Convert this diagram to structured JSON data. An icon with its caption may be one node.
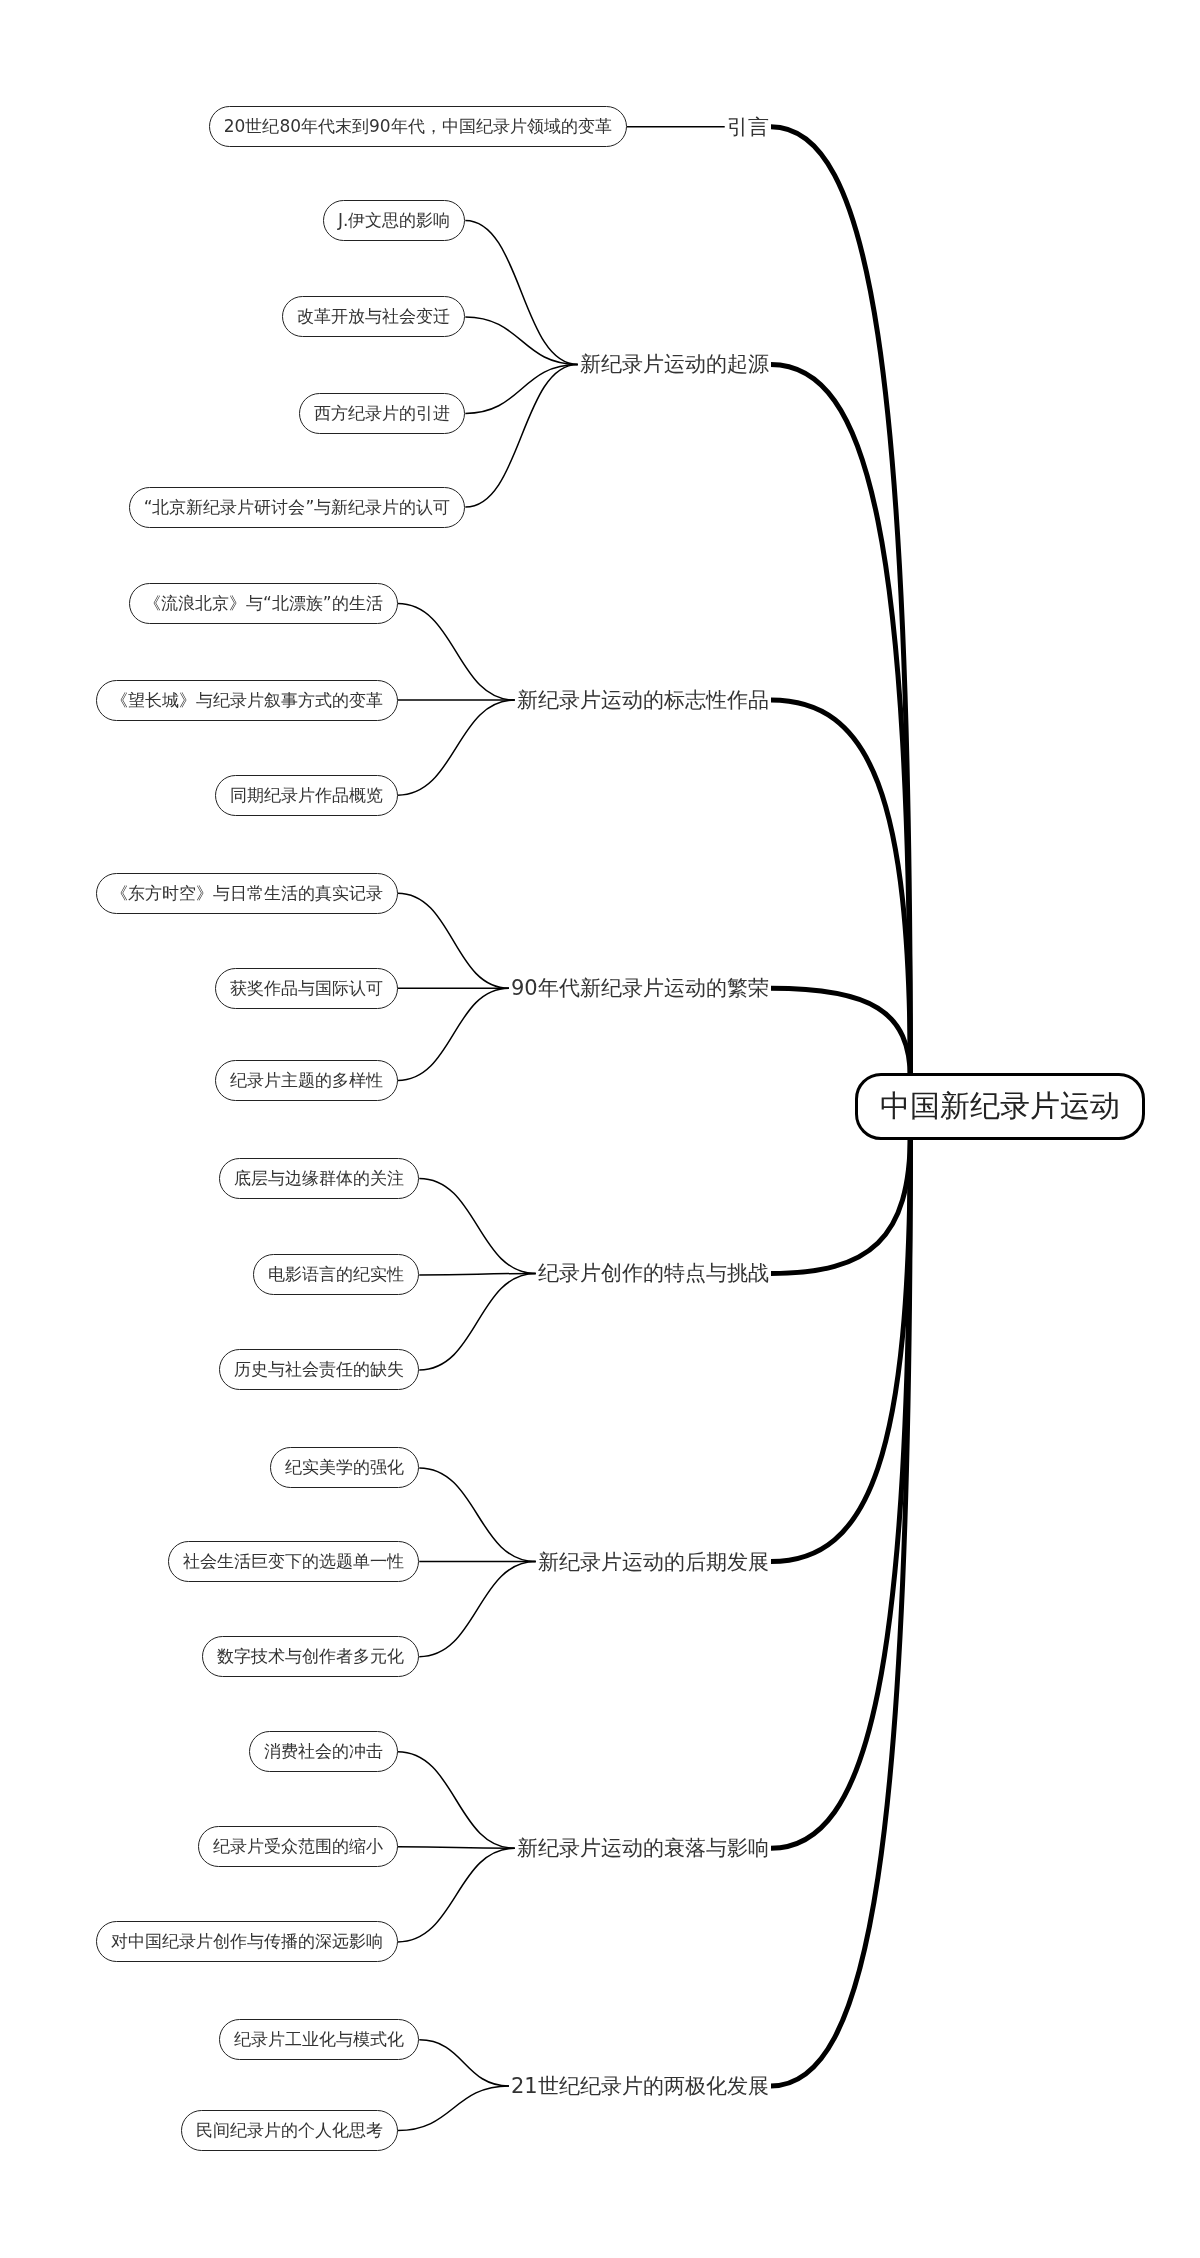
{
  "diagram": {
    "nodes": [
      {
        "text": [
          "中国新纪录片运动"
        ]
      },
      {
        "text": [
          "引言"
        ]
      },
      {
        "text": [
          "20世纪80年代末到90年代，中国纪录片领域的变革"
        ]
      },
      {
        "text": [
          "新纪录片运动的起源"
        ]
      },
      {
        "text": [
          "J.伊文思的影响"
        ]
      },
      {
        "text": [
          "改革开放与社会变迁"
        ]
      },
      {
        "text": [
          "西方纪录片的引进"
        ]
      },
      {
        "text": [
          "“北京新纪录片研讨会”与新纪录片的认可"
        ]
      },
      {
        "text": [
          "新纪录片运动的标志性作品"
        ]
      },
      {
        "text": [
          "《流浪北京》与“北漂族”的生活"
        ]
      },
      {
        "text": [
          "《望长城》与纪录片叙事方式的变革"
        ]
      },
      {
        "text": [
          "同期纪录片作品概览"
        ]
      },
      {
        "text": [
          "90年代新纪录片运动的繁荣"
        ]
      },
      {
        "text": [
          "《东方时空》与日常生活的真实记录"
        ]
      },
      {
        "text": [
          "获奖作品与国际认可"
        ]
      },
      {
        "text": [
          "纪录片主题的多样性"
        ]
      },
      {
        "text": [
          "纪录片创作的特点与挑战"
        ]
      },
      {
        "text": [
          "底层与边缘群体的关注"
        ]
      },
      {
        "text": [
          "电影语言的纪实性"
        ]
      },
      {
        "text": [
          "历史与社会责任的缺失"
        ]
      },
      {
        "text": [
          "新纪录片运动的后期发展"
        ]
      },
      {
        "text": [
          "纪实美学的强化"
        ]
      },
      {
        "text": [
          "社会生活巨变下的选题单一性"
        ]
      },
      {
        "text": [
          "数字技术与创作者多元化"
        ]
      },
      {
        "text": [
          "新纪录片运动的衰落与影响"
        ]
      },
      {
        "text": [
          "消费社会的冲击"
        ]
      },
      {
        "text": [
          "纪录片受众范围的缩小"
        ]
      },
      {
        "text": [
          "对中国纪录片创作与传播的深远影响"
        ]
      },
      {
        "text": [
          "21世纪纪录片的两极化发展"
        ]
      },
      {
        "text": [
          "纪录片工业化与模式化"
        ]
      },
      {
        "text": [
          "民间纪录片的个人化思考"
        ]
      }
    ],
    "edges": [
      {
        "from": 0,
        "to": 1,
        "arrow": "none",
        "style": "thick"
      },
      {
        "from": 0,
        "to": 3,
        "arrow": "none",
        "style": "thick"
      },
      {
        "from": 0,
        "to": 8,
        "arrow": "none",
        "style": "thick"
      },
      {
        "from": 0,
        "to": 12,
        "arrow": "none",
        "style": "thick"
      },
      {
        "from": 0,
        "to": 16,
        "arrow": "none",
        "style": "thick"
      },
      {
        "from": 0,
        "to": 20,
        "arrow": "none",
        "style": "thick"
      },
      {
        "from": 0,
        "to": 24,
        "arrow": "none",
        "style": "thick"
      },
      {
        "from": 0,
        "to": 28,
        "arrow": "none",
        "style": "thick"
      },
      {
        "from": 1,
        "to": 2,
        "arrow": "none"
      },
      {
        "from": 3,
        "to": 4,
        "arrow": "none"
      },
      {
        "from": 3,
        "to": 5,
        "arrow": "none"
      },
      {
        "from": 3,
        "to": 6,
        "arrow": "none"
      },
      {
        "from": 3,
        "to": 7,
        "arrow": "none"
      },
      {
        "from": 8,
        "to": 9,
        "arrow": "none"
      },
      {
        "from": 8,
        "to": 10,
        "arrow": "none"
      },
      {
        "from": 8,
        "to": 11,
        "arrow": "none"
      },
      {
        "from": 12,
        "to": 13,
        "arrow": "none"
      },
      {
        "from": 12,
        "to": 14,
        "arrow": "none"
      },
      {
        "from": 12,
        "to": 15,
        "arrow": "none"
      },
      {
        "from": 16,
        "to": 17,
        "arrow": "none"
      },
      {
        "from": 16,
        "to": 18,
        "arrow": "none"
      },
      {
        "from": 16,
        "to": 19,
        "arrow": "none"
      },
      {
        "from": 20,
        "to": 21,
        "arrow": "none"
      },
      {
        "from": 20,
        "to": 22,
        "arrow": "none"
      },
      {
        "from": 20,
        "to": 23,
        "arrow": "none"
      },
      {
        "from": 24,
        "to": 25,
        "arrow": "none"
      },
      {
        "from": 24,
        "to": 26,
        "arrow": "none"
      },
      {
        "from": 24,
        "to": 27,
        "arrow": "none"
      },
      {
        "from": 28,
        "to": 29,
        "arrow": "none"
      },
      {
        "from": 28,
        "to": 30,
        "arrow": "none"
      }
    ]
  }
}
